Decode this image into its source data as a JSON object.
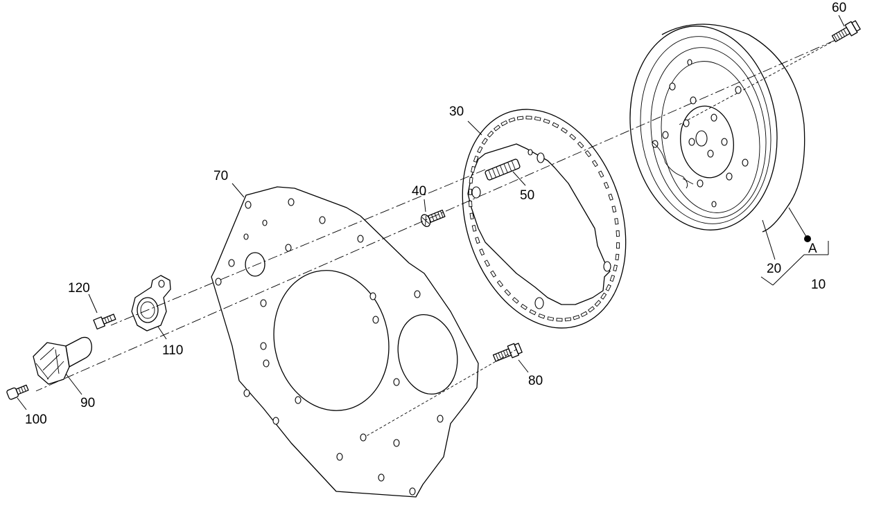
{
  "callouts": {
    "c10": "10",
    "c20": "20",
    "c30": "30",
    "c40": "40",
    "c50": "50",
    "c60": "60",
    "c70": "70",
    "c80": "80",
    "c90": "90",
    "c100": "100",
    "c110": "110",
    "c120": "120",
    "detail_a": "A"
  }
}
